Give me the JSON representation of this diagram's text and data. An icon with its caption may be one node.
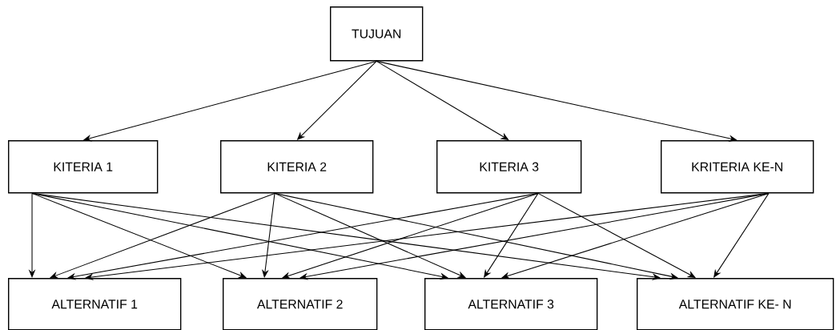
{
  "diagram": {
    "nodes": [
      {
        "text": [
          "TUJUAN"
        ]
      },
      {
        "text": [
          "KITERIA 1"
        ]
      },
      {
        "text": [
          "KITERIA 2"
        ]
      },
      {
        "text": [
          "KITERIA 3"
        ]
      },
      {
        "text": [
          "KRITERIA KE-N"
        ]
      },
      {
        "text": [
          "ALTERNATIF 1"
        ]
      },
      {
        "text": [
          "ALTERNATIF 2"
        ]
      },
      {
        "text": [
          "ALTERNATIF 3"
        ]
      },
      {
        "text": [
          "ALTERNATIF KE- N"
        ]
      }
    ],
    "edges": [
      {
        "from": 0,
        "to": 1,
        "arrow": "to"
      },
      {
        "from": 0,
        "to": 2,
        "arrow": "to"
      },
      {
        "from": 0,
        "to": 3,
        "arrow": "to"
      },
      {
        "from": 0,
        "to": 4,
        "arrow": "to"
      },
      {
        "from": 1,
        "to": 5,
        "arrow": "to"
      },
      {
        "from": 1,
        "to": 6,
        "arrow": "to"
      },
      {
        "from": 1,
        "to": 7,
        "arrow": "to"
      },
      {
        "from": 1,
        "to": 8,
        "arrow": "to"
      },
      {
        "from": 2,
        "to": 5,
        "arrow": "to"
      },
      {
        "from": 2,
        "to": 6,
        "arrow": "to"
      },
      {
        "from": 2,
        "to": 7,
        "arrow": "to"
      },
      {
        "from": 2,
        "to": 8,
        "arrow": "to"
      },
      {
        "from": 3,
        "to": 5,
        "arrow": "to"
      },
      {
        "from": 3,
        "to": 6,
        "arrow": "to"
      },
      {
        "from": 3,
        "to": 7,
        "arrow": "to"
      },
      {
        "from": 3,
        "to": 8,
        "arrow": "to"
      },
      {
        "from": 4,
        "to": 5,
        "arrow": "to"
      },
      {
        "from": 4,
        "to": 6,
        "arrow": "to"
      },
      {
        "from": 4,
        "to": 7,
        "arrow": "to"
      },
      {
        "from": 4,
        "to": 8,
        "arrow": "to"
      }
    ]
  }
}
